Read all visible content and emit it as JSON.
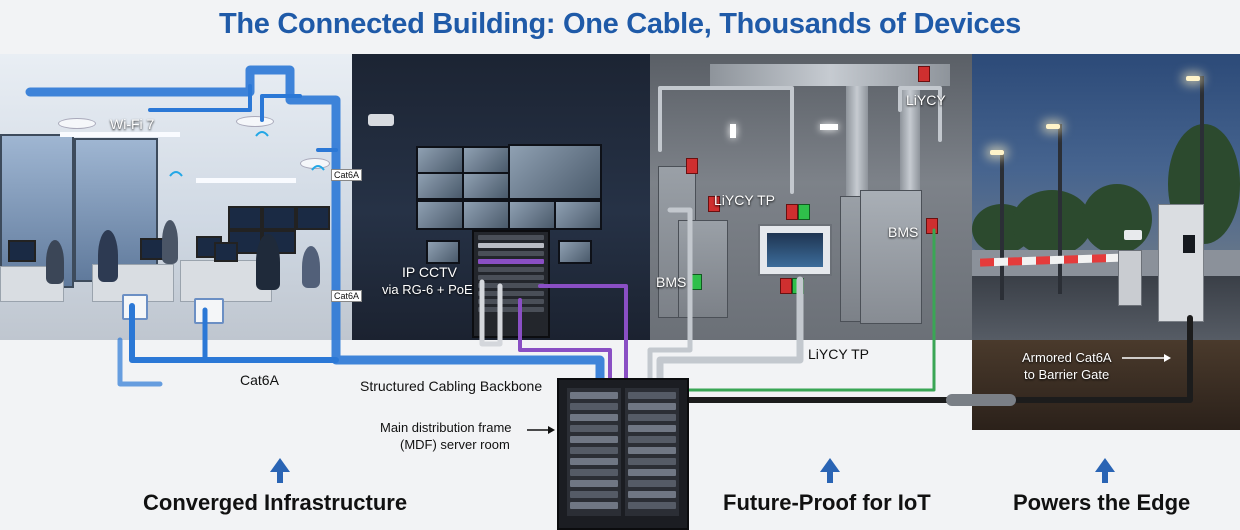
{
  "title": "The Connected Building: One Cable, Thousands of Devices",
  "labels": {
    "wifi": "Wi-Fi 7",
    "cat6a_cable_tag": "Cat6A",
    "cat6a": "Cat6A",
    "backbone": "Structured Cabling Backbone",
    "ip_cctv_line1": "IP CCTV",
    "ip_cctv_line2": "via RG-6 + PoE",
    "mdf_line1": "Main distribution frame",
    "mdf_line2": "(MDF) server room",
    "liycy_top": "LiYCY",
    "liycy_tp_top": "LiYCY TP",
    "bms_left": "BMS",
    "bms_right": "BMS",
    "liycy_tp_bottom": "LiYCY TP",
    "armored_line1": "Armored Cat6A",
    "armored_line2": "to Barrier Gate"
  },
  "captions": {
    "left": "Converged Infrastructure",
    "middle": "Future-Proof for IoT",
    "right": "Powers the Edge"
  },
  "colors": {
    "title": "#1f5aa8",
    "cat6a_cable": "#2b78d6",
    "coax_cable": "#8a4fc4",
    "liycy_cable": "#b8bdc4",
    "green_cable": "#3aa655",
    "armored_cable": "#1c1c1c",
    "arrow": "#2a64b4"
  }
}
